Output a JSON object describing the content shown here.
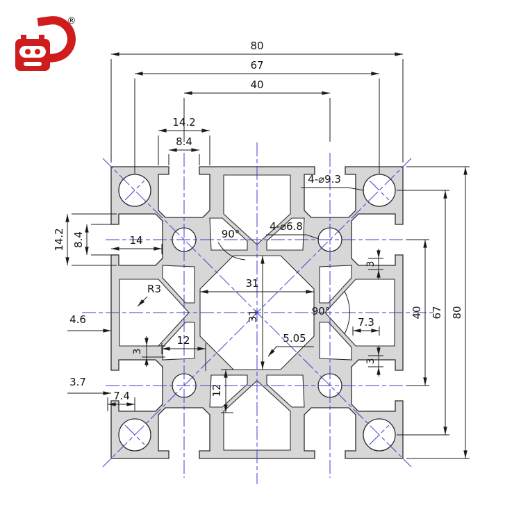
{
  "logo": {
    "registered": "®"
  },
  "colors": {
    "profile_fill": "#d7d7d7",
    "outline": "#2b2b2b",
    "centerline": "#3d3dcf",
    "dimension": "#1a1a1a",
    "logo_red": "#cf1d1d"
  },
  "dims": {
    "top80": "80",
    "top67": "67",
    "top40": "40",
    "top14_2": "14.2",
    "top8_4": "8.4",
    "holes_corner": "4-⌀9.3",
    "holes_module": "4-⌀6.8",
    "angle_top": "90°",
    "angle_right": "90°",
    "c31h": "31",
    "c31v": "31",
    "left14_2": "14.2",
    "left8_4": "8.4",
    "left14": "14",
    "r3": "R3",
    "left4_6": "4.6",
    "left12": "12",
    "left3": "3",
    "left3_7": "3.7",
    "left7_4": "7.4",
    "left12v": "12",
    "c5_05": "5.05",
    "right7_3": "7.3",
    "right3a": "3",
    "right3b": "3",
    "right40": "40",
    "right67": "67",
    "right80": "80"
  }
}
